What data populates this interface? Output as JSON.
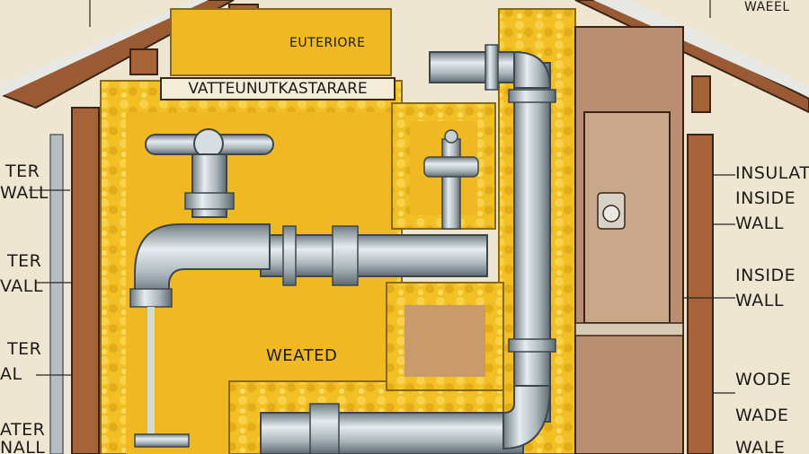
{
  "diagram": {
    "banner_title": "VATTEUNUTKASTARARE",
    "top_label": "EUTERIORE",
    "center_label": "WEATED",
    "top_right_label": "WAEEL",
    "left_labels": [
      "TER",
      "WALL",
      "TER",
      "VALL",
      "TER",
      "AL",
      "ATER",
      "NALL"
    ],
    "right_labels": [
      "INSULATE",
      "INSIDE",
      "WALL",
      "INSIDE",
      "WALL",
      "WODE",
      "WADE",
      "WALE"
    ]
  },
  "colors": {
    "insulation": "#f2c024",
    "insulation_dark": "#d9a316",
    "wood": "#a8623a",
    "pipe": "#b9c3c8",
    "paper": "#efe6d2"
  },
  "icons": [
    "faucet-icon",
    "valve-icon",
    "gauge-icon",
    "roof-icon",
    "water-stream-icon"
  ]
}
